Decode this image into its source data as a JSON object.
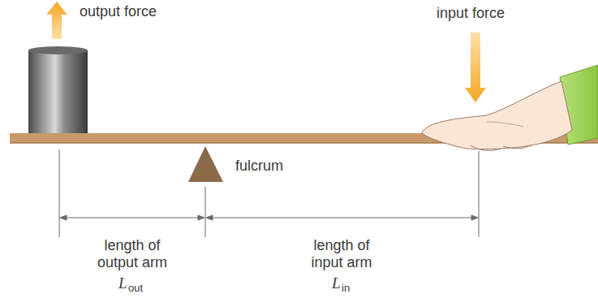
{
  "diagram": {
    "labels": [
      "output force",
      "input force",
      "fulcrum",
      "length of output arm",
      "L",
      "out",
      "length of input arm",
      "L",
      "in"
    ]
  }
}
